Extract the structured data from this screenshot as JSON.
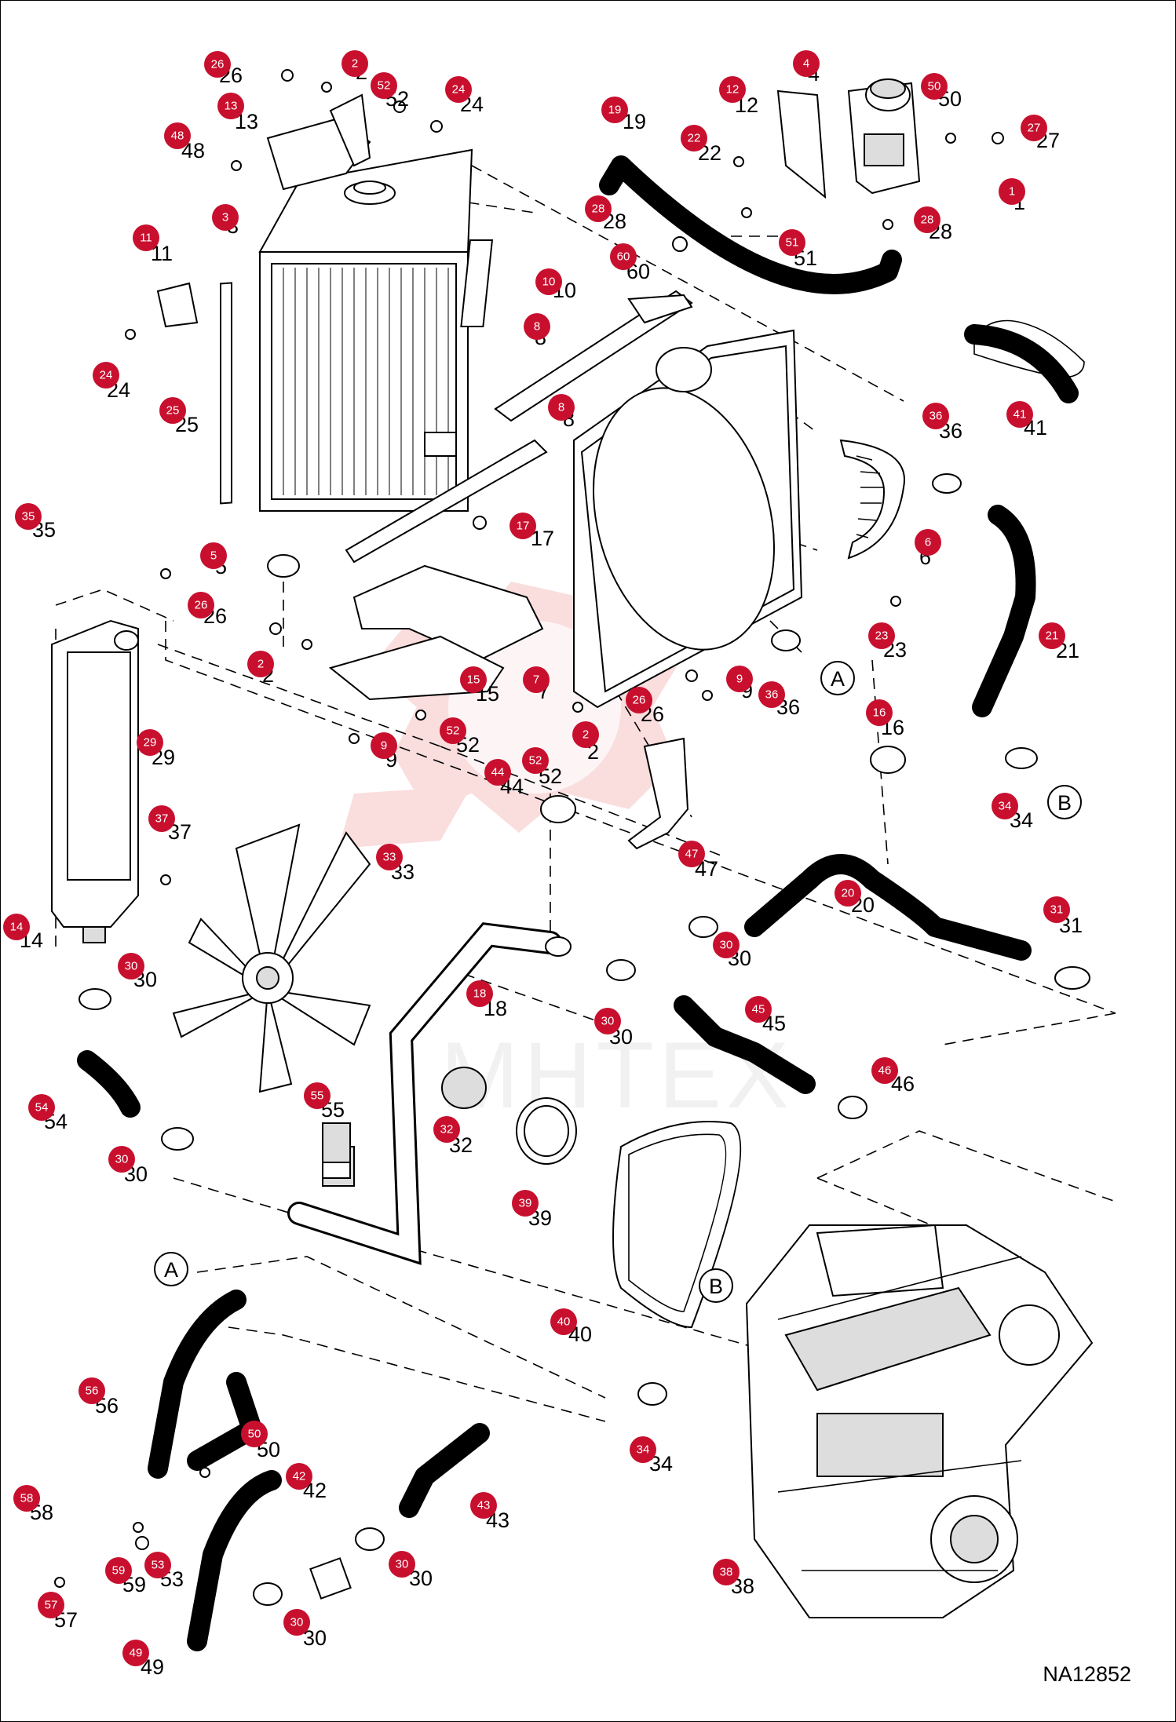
{
  "drawing": {
    "code": "NA12852",
    "watermark": "МНТЕХ"
  },
  "reference_markers": [
    "A",
    "A",
    "B",
    "B"
  ],
  "callouts": [
    {
      "id": "c1",
      "num": "1",
      "badge": "1"
    },
    {
      "id": "c2a",
      "num": "2",
      "badge": "2"
    },
    {
      "id": "c2b",
      "num": "2",
      "badge": "2"
    },
    {
      "id": "c2c",
      "num": "2",
      "badge": "2"
    },
    {
      "id": "c3",
      "num": "3",
      "badge": "3"
    },
    {
      "id": "c4",
      "num": "4",
      "badge": "4"
    },
    {
      "id": "c5",
      "num": "5",
      "badge": "5"
    },
    {
      "id": "c6",
      "num": "6",
      "badge": "6"
    },
    {
      "id": "c7",
      "num": "7",
      "badge": "7"
    },
    {
      "id": "c8a",
      "num": "8",
      "badge": "8"
    },
    {
      "id": "c8b",
      "num": "8",
      "badge": "8"
    },
    {
      "id": "c9a",
      "num": "9",
      "badge": "9"
    },
    {
      "id": "c9b",
      "num": "9",
      "badge": "9"
    },
    {
      "id": "c10",
      "num": "10",
      "badge": "10"
    },
    {
      "id": "c11",
      "num": "11",
      "badge": "11"
    },
    {
      "id": "c12",
      "num": "12",
      "badge": "12"
    },
    {
      "id": "c13",
      "num": "13",
      "badge": "13"
    },
    {
      "id": "c14",
      "num": "14",
      "badge": "14"
    },
    {
      "id": "c15",
      "num": "15",
      "badge": "15"
    },
    {
      "id": "c16",
      "num": "16",
      "badge": "16"
    },
    {
      "id": "c17",
      "num": "17",
      "badge": "17"
    },
    {
      "id": "c18",
      "num": "18",
      "badge": "18"
    },
    {
      "id": "c19",
      "num": "19",
      "badge": "19"
    },
    {
      "id": "c20",
      "num": "20",
      "badge": "20"
    },
    {
      "id": "c21",
      "num": "21",
      "badge": "21"
    },
    {
      "id": "c22",
      "num": "22",
      "badge": "22"
    },
    {
      "id": "c23",
      "num": "23",
      "badge": "23"
    },
    {
      "id": "c24a",
      "num": "24",
      "badge": "24"
    },
    {
      "id": "c24b",
      "num": "24",
      "badge": "24"
    },
    {
      "id": "c25",
      "num": "25",
      "badge": "25"
    },
    {
      "id": "c26a",
      "num": "26",
      "badge": "26"
    },
    {
      "id": "c26b",
      "num": "26",
      "badge": "26"
    },
    {
      "id": "c26c",
      "num": "26",
      "badge": "26"
    },
    {
      "id": "c27",
      "num": "27",
      "badge": "27"
    },
    {
      "id": "c28a",
      "num": "28",
      "badge": "28"
    },
    {
      "id": "c28b",
      "num": "28",
      "badge": "28"
    },
    {
      "id": "c29",
      "num": "29",
      "badge": "29"
    },
    {
      "id": "c30a",
      "num": "30",
      "badge": "30"
    },
    {
      "id": "c30b",
      "num": "30",
      "badge": "30"
    },
    {
      "id": "c30c",
      "num": "30",
      "badge": "30"
    },
    {
      "id": "c30d",
      "num": "30",
      "badge": "30"
    },
    {
      "id": "c30e",
      "num": "30",
      "badge": "30"
    },
    {
      "id": "c30f",
      "num": "30",
      "badge": "30"
    },
    {
      "id": "c31",
      "num": "31",
      "badge": "31"
    },
    {
      "id": "c32",
      "num": "32",
      "badge": "32"
    },
    {
      "id": "c33",
      "num": "33",
      "badge": "33"
    },
    {
      "id": "c34a",
      "num": "34",
      "badge": "34"
    },
    {
      "id": "c34b",
      "num": "34",
      "badge": "34"
    },
    {
      "id": "c35",
      "num": "35",
      "badge": "35"
    },
    {
      "id": "c36a",
      "num": "36",
      "badge": "36"
    },
    {
      "id": "c36b",
      "num": "36",
      "badge": "36"
    },
    {
      "id": "c37",
      "num": "37",
      "badge": "37"
    },
    {
      "id": "c38",
      "num": "38",
      "badge": "38"
    },
    {
      "id": "c39",
      "num": "39",
      "badge": "39"
    },
    {
      "id": "c40",
      "num": "40",
      "badge": "40"
    },
    {
      "id": "c41",
      "num": "41",
      "badge": "41"
    },
    {
      "id": "c42",
      "num": "42",
      "badge": "42"
    },
    {
      "id": "c43",
      "num": "43",
      "badge": "43"
    },
    {
      "id": "c44",
      "num": "44",
      "badge": "44"
    },
    {
      "id": "c45",
      "num": "45",
      "badge": "45"
    },
    {
      "id": "c46",
      "num": "46",
      "badge": "46"
    },
    {
      "id": "c47",
      "num": "47",
      "badge": "47"
    },
    {
      "id": "c48",
      "num": "48",
      "badge": "48"
    },
    {
      "id": "c49",
      "num": "49",
      "badge": "49"
    },
    {
      "id": "c50a",
      "num": "50",
      "badge": "50"
    },
    {
      "id": "c50b",
      "num": "50",
      "badge": "50"
    },
    {
      "id": "c51",
      "num": "51",
      "badge": "51"
    },
    {
      "id": "c52a",
      "num": "52",
      "badge": "52"
    },
    {
      "id": "c52b",
      "num": "52",
      "badge": "52"
    },
    {
      "id": "c52c",
      "num": "52",
      "badge": "52"
    },
    {
      "id": "c53",
      "num": "53",
      "badge": "53"
    },
    {
      "id": "c54",
      "num": "54",
      "badge": "54"
    },
    {
      "id": "c55",
      "num": "55",
      "badge": "55"
    },
    {
      "id": "c56",
      "num": "56",
      "badge": "56"
    },
    {
      "id": "c57",
      "num": "57",
      "badge": "57"
    },
    {
      "id": "c58",
      "num": "58",
      "badge": "58"
    },
    {
      "id": "c59",
      "num": "59",
      "badge": "59"
    },
    {
      "id": "c60",
      "num": "60",
      "badge": "60"
    }
  ]
}
